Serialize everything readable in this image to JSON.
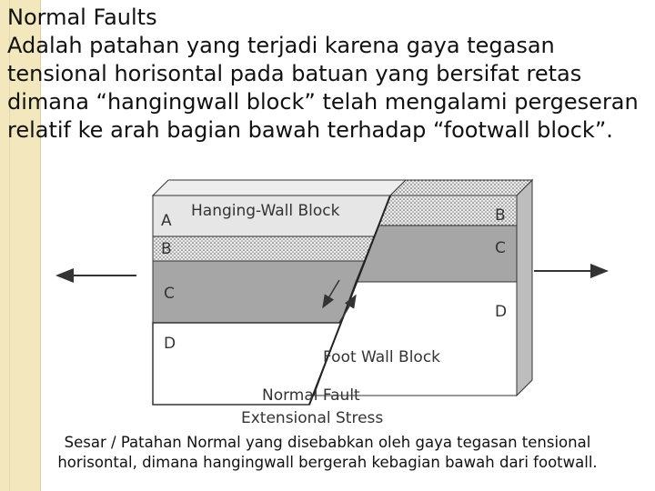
{
  "slide": {
    "title": "Normal Faults",
    "paragraph_lines": [
      "Adalah patahan yang terjadi karena gaya tegasan",
      "tensional horisontal pada batuan yang bersifat retas",
      "dimana “hangingwall block” telah mengalami pergeseran",
      "relatif ke arah bagian bawah terhadap “footwall block”."
    ],
    "caption": "Sesar / Patahan Normal yang disebabkan oleh gaya tegasan tensional horisontal, dimana hangingwall bergerah kebagian bawah dari footwall."
  },
  "diagram": {
    "hanging_wall_label": "Hanging-Wall Block",
    "foot_wall_label": "Foot Wall Block",
    "fault_title": "Normal Fault",
    "fault_subtitle": "Extensional Stress",
    "left_layers": [
      "A",
      "B",
      "C",
      "D"
    ],
    "right_layers": [
      "B",
      "C",
      "D"
    ],
    "colors": {
      "layer_A": "#e6e6e6",
      "layer_B": "#d9d9d9",
      "layer_C": "#a6a6a6",
      "layer_D": "#ffffff",
      "outline": "#333333"
    }
  }
}
